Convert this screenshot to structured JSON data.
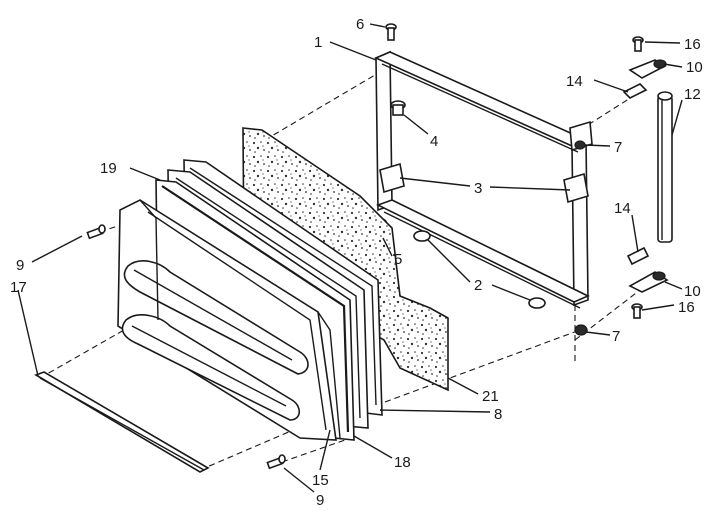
{
  "callouts": [
    {
      "id": "c6",
      "text": "6"
    },
    {
      "id": "c1",
      "text": "1"
    },
    {
      "id": "c4",
      "text": "4"
    },
    {
      "id": "c3",
      "text": "3"
    },
    {
      "id": "c5",
      "text": "5"
    },
    {
      "id": "c2",
      "text": "2"
    },
    {
      "id": "c7a",
      "text": "7"
    },
    {
      "id": "c7b",
      "text": "7"
    },
    {
      "id": "c16a",
      "text": "16"
    },
    {
      "id": "c10a",
      "text": "10"
    },
    {
      "id": "c14a",
      "text": "14"
    },
    {
      "id": "c12",
      "text": "12"
    },
    {
      "id": "c14b",
      "text": "14"
    },
    {
      "id": "c10b",
      "text": "10"
    },
    {
      "id": "c16b",
      "text": "16"
    },
    {
      "id": "c19",
      "text": "19"
    },
    {
      "id": "c9a",
      "text": "9"
    },
    {
      "id": "c17",
      "text": "17"
    },
    {
      "id": "c21",
      "text": "21"
    },
    {
      "id": "c8",
      "text": "8"
    },
    {
      "id": "c15",
      "text": "15"
    },
    {
      "id": "c18",
      "text": "18"
    },
    {
      "id": "c9b",
      "text": "9"
    }
  ]
}
